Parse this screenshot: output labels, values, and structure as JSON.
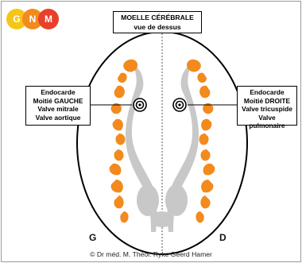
{
  "logo": {
    "letters": [
      "G",
      "N",
      "M"
    ],
    "colors": [
      "#f5c518",
      "#f28a1e",
      "#e8402a"
    ]
  },
  "title": {
    "line1": "MOELLE CÉRÉBRALE",
    "line2": "vue de dessus"
  },
  "left_label": {
    "lines": [
      "Endocarde",
      "Moitié GAUCHE",
      "Valve mitrale",
      "Valve aortique"
    ]
  },
  "right_label": {
    "lines": [
      "Endocarde",
      "Moitié DROITE",
      "Valve tricuspide",
      "Valve pulmonaire"
    ]
  },
  "sides": {
    "left": "G",
    "right": "D"
  },
  "credit": "© Dr méd. M. Théol. Ryke Geerd Hamer",
  "colors": {
    "orange": "#f28a1e",
    "gray": "#c8c8c8",
    "outline": "#000000"
  }
}
